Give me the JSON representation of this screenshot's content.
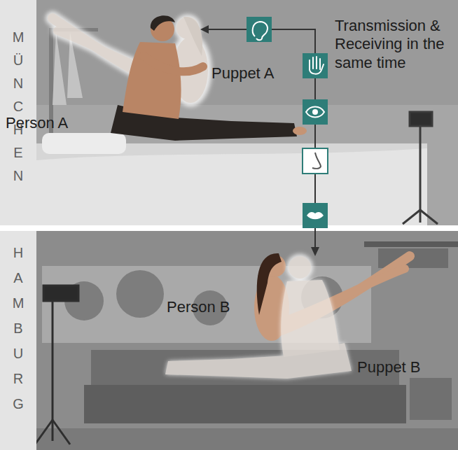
{
  "diagram": {
    "nodes": [
      {
        "text": [
          "MÜNCHEN"
        ]
      },
      {
        "text": [
          "HAMBURG"
        ]
      }
    ],
    "labels": [
      "Puppet A",
      "Transmission & Receiving in the same time",
      "Person A",
      "Person B",
      "Puppet B"
    ]
  }
}
